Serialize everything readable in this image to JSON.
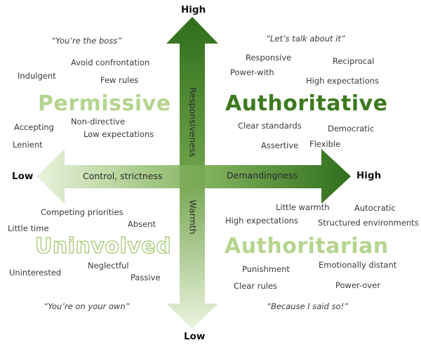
{
  "edges": {
    "top": "High",
    "bottom": "Low",
    "left": "Low",
    "right": "High"
  },
  "axes": {
    "vertical_upper": "Responsiveness",
    "vertical_lower": "Warmth",
    "horizontal_left": "Control, strictness",
    "horizontal_right": "Demandingness"
  },
  "quadrants": {
    "permissive": {
      "title": "Permissive",
      "quote": "“You’re the boss”",
      "traits": [
        "Avoid confrontation",
        "Indulgent",
        "Few rules",
        "Non-directive",
        "Accepting",
        "Low expectations",
        "Lenient"
      ]
    },
    "authoritative": {
      "title": "Authoritative",
      "quote": "“Let’s talk about it”",
      "traits": [
        "Responsive",
        "Reciprocal",
        "Power-with",
        "High expectations",
        "Clear standards",
        "Democratic",
        "Assertive",
        "Flexible"
      ]
    },
    "uninvolved": {
      "title": "Uninvolved",
      "quote": "“You’re on your own”",
      "traits": [
        "Competing priorities",
        "Absent",
        "Little time",
        "Neglectful",
        "Uninterested",
        "Passive"
      ]
    },
    "authoritarian": {
      "title": "Authoritarian",
      "quote": "“Because I said so!”",
      "traits": [
        "Little warmth",
        "Autocratic",
        "High expectations",
        "Structured environments",
        "Punishment",
        "Emotionally distant",
        "Clear rules",
        "Power-over"
      ]
    }
  },
  "colors": {
    "dark_green": "#2f6e1b",
    "light_green": "#dfeccc",
    "title_green": "#3c7a1f",
    "pale_green": "#b5d58e"
  }
}
